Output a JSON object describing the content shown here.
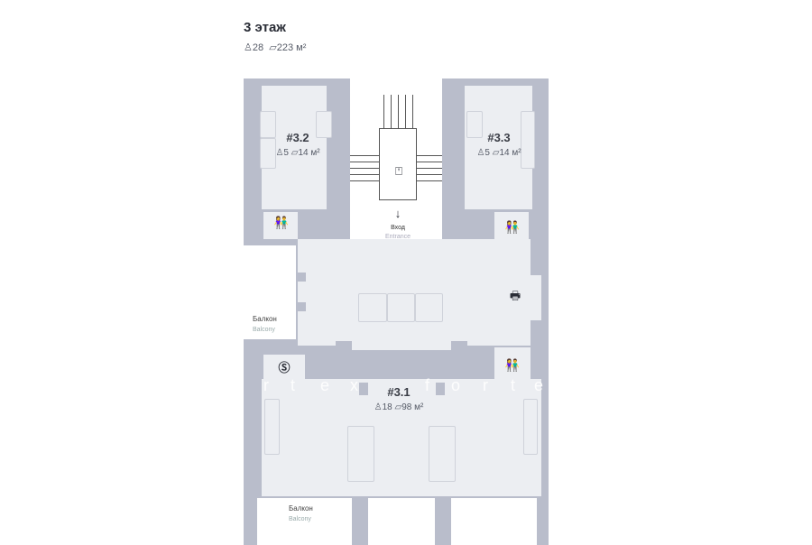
{
  "floor": {
    "title": "3 этаж",
    "people": "28",
    "area": "223 м²"
  },
  "rooms": [
    {
      "id": "#3.2",
      "people": "5",
      "area": "14 м²"
    },
    {
      "id": "#3.3",
      "people": "5",
      "area": "14 м²"
    },
    {
      "id": "#3.1",
      "people": "18",
      "area": "98 м²"
    }
  ],
  "entrance": {
    "ru": "Вход",
    "en": "Entrance",
    "arrow": "↓"
  },
  "balcony": {
    "ru": "Балкон",
    "en": "Balcony"
  },
  "icons": {
    "restroom": "restroom-icon",
    "elevator": "elevator-icon",
    "skype": "skype-icon",
    "printer": "printer-icon",
    "person": "person-icon",
    "area": "area-icon"
  },
  "watermark": [
    "r",
    "t",
    "e",
    "x",
    "f",
    "o",
    "r",
    "t",
    "e"
  ]
}
